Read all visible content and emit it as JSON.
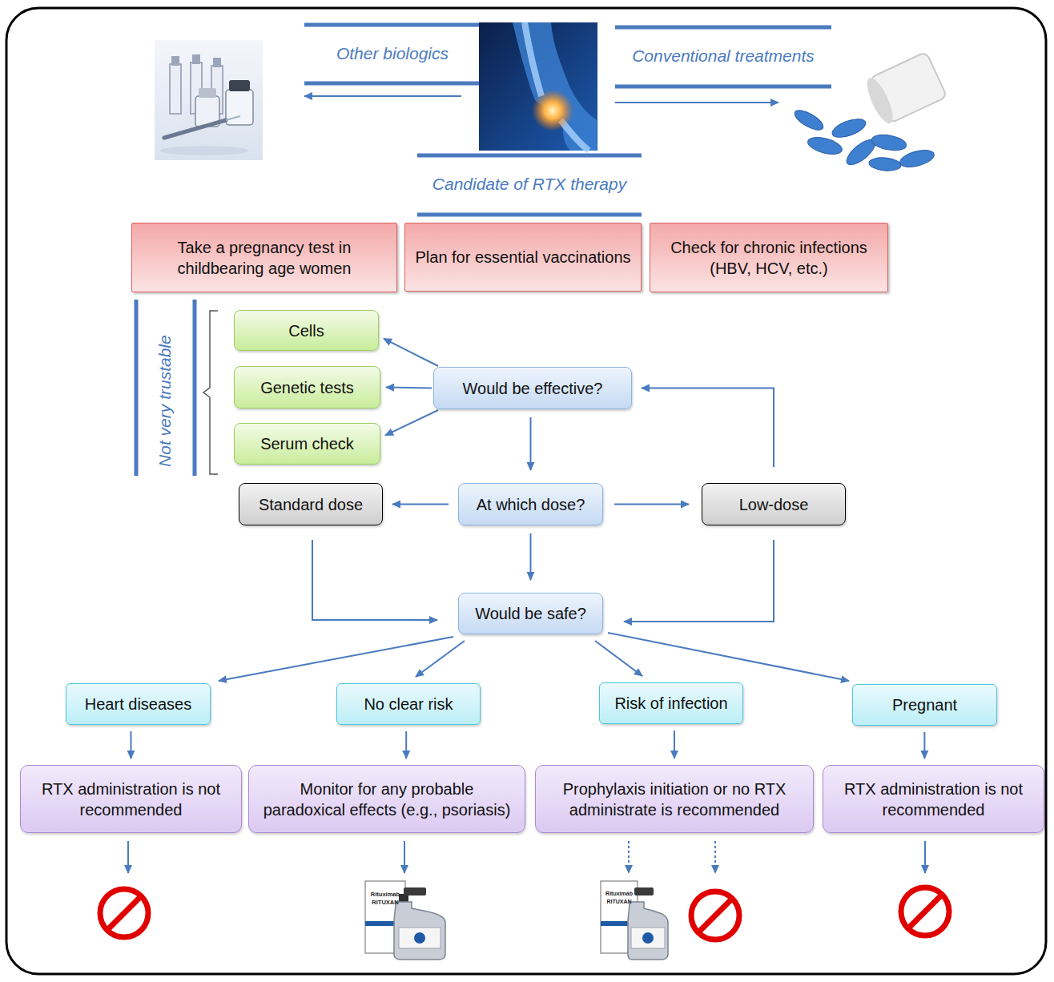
{
  "diagram": {
    "nodes": [
      {
        "text": [
          "Take a pregnancy test in childbearing age women"
        ]
      },
      {
        "text": [
          "Plan for essential vaccinations"
        ]
      },
      {
        "text": [
          "Check for chronic infections (HBV, HCV, etc.)"
        ]
      },
      {
        "text": [
          "Cells"
        ]
      },
      {
        "text": [
          "Genetic tests"
        ]
      },
      {
        "text": [
          "Would be effective?"
        ]
      },
      {
        "text": [
          "Serum check"
        ]
      },
      {
        "text": [
          "Standard dose"
        ]
      },
      {
        "text": [
          "At which dose?"
        ]
      },
      {
        "text": [
          "Low-dose"
        ]
      },
      {
        "text": [
          "Would be safe?"
        ]
      },
      {
        "text": [
          "Heart diseases"
        ]
      },
      {
        "text": [
          "No clear risk"
        ]
      },
      {
        "text": [
          "Risk of infection"
        ]
      },
      {
        "text": [
          "Pregnant"
        ]
      },
      {
        "text": [
          "RTX administration is not recommended"
        ]
      },
      {
        "text": [
          "Monitor for any probable paradoxical effects (e.g., psoriasis)"
        ]
      },
      {
        "text": [
          "Prophylaxis initiation or no RTX administrate is recommended"
        ]
      },
      {
        "text": [
          "RTX administration is not recommended"
        ]
      }
    ],
    "edges": [
      {
        "from": 5,
        "to": 3,
        "arrow": "to"
      },
      {
        "from": 5,
        "to": 4,
        "arrow": "to"
      },
      {
        "from": 5,
        "to": 6,
        "arrow": "to"
      },
      {
        "from": 5,
        "to": 8,
        "arrow": "to"
      },
      {
        "from": 8,
        "to": 7,
        "arrow": "to"
      },
      {
        "from": 8,
        "to": 9,
        "arrow": "to"
      },
      {
        "from": 8,
        "to": 10,
        "arrow": "to"
      },
      {
        "from": 7,
        "to": 10,
        "arrow": "to"
      },
      {
        "from": 9,
        "to": 10,
        "arrow": "to"
      },
      {
        "from": 9,
        "to": 5,
        "arrow": "to"
      },
      {
        "from": 10,
        "to": 11,
        "arrow": "to"
      },
      {
        "from": 10,
        "to": 12,
        "arrow": "to"
      },
      {
        "from": 10,
        "to": 13,
        "arrow": "to"
      },
      {
        "from": 10,
        "to": 14,
        "arrow": "to"
      },
      {
        "from": 11,
        "to": 15,
        "arrow": "to"
      },
      {
        "from": 12,
        "to": 16,
        "arrow": "to"
      },
      {
        "from": 13,
        "to": 17,
        "arrow": "to"
      },
      {
        "from": 14,
        "to": 18,
        "arrow": "to"
      }
    ],
    "labels": [
      "Other biologics",
      "Conventional treatments",
      "Candidate of RTX therapy",
      "Not very trustable",
      "Rituximab",
      "RITUXAN",
      "Rituximab",
      "RITUXAN"
    ]
  }
}
